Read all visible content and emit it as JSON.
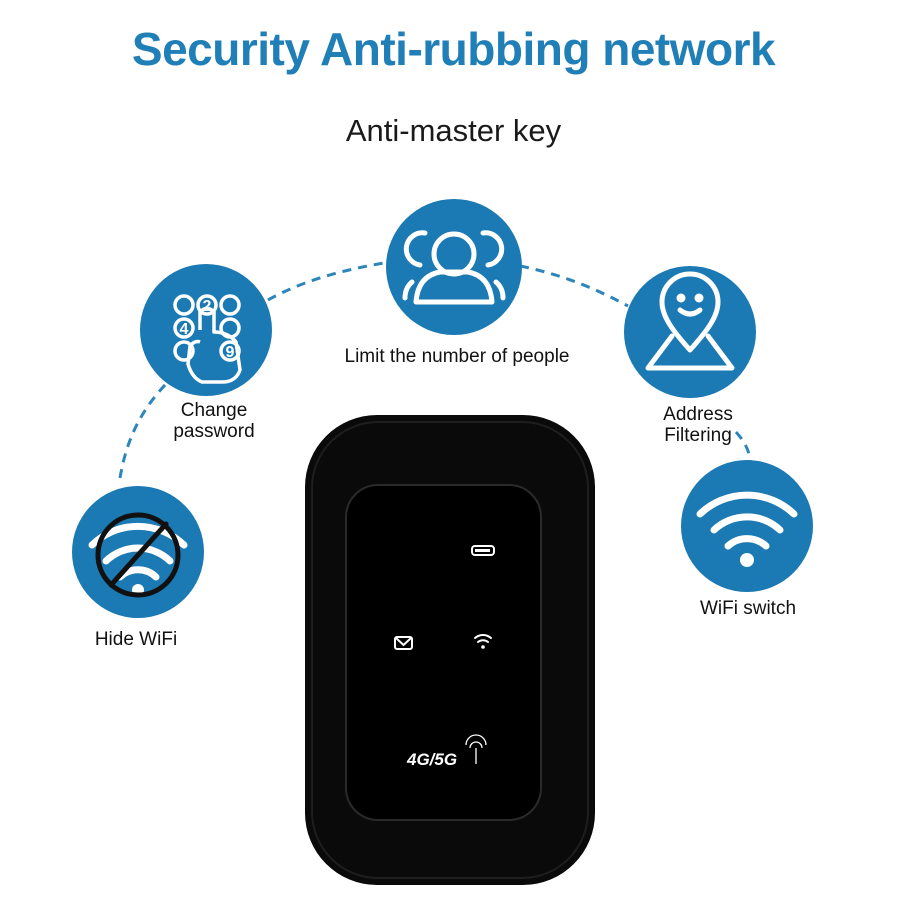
{
  "header": {
    "title": "Security Anti-rubbing network",
    "subtitle": "Anti-master key"
  },
  "colors": {
    "title": "#1f7fb6",
    "circle": "#1b79b3",
    "dash": "#2c86bb",
    "device_body": "#0a0a0a",
    "device_screen": "#000000"
  },
  "features": {
    "limit_people": {
      "label": "Limit the number of people",
      "icon": "users-icon"
    },
    "change_password": {
      "label": "Change\npassword",
      "icon": "keypad-icon",
      "digits": [
        "2",
        "4",
        "9"
      ]
    },
    "address_filtering": {
      "label": "Address\nFiltering",
      "icon": "location-user-icon"
    },
    "wifi_switch": {
      "label": "WiFi switch",
      "icon": "wifi-icon"
    },
    "hide_wifi": {
      "label": "Hide WiFi",
      "icon": "wifi-off-icon"
    }
  },
  "device": {
    "badge": "4G/5G",
    "indicators": [
      "battery-icon",
      "message-icon",
      "wifi-icon"
    ]
  }
}
